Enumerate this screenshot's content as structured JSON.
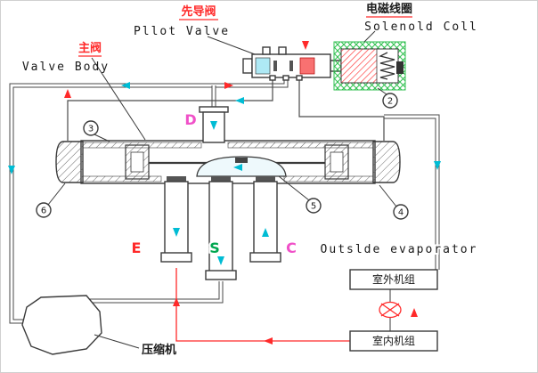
{
  "diagram": {
    "labels": {
      "pilot_valve_cn": "先导阀",
      "pilot_valve_en": "Pllot Valve",
      "solenoid_coil_cn": "电磁线圈",
      "solenoid_coil_en": "Solenold Coll",
      "main_valve_cn": "主阀",
      "main_valve_en": "Valve Body",
      "port_d": "D",
      "port_e": "E",
      "port_s": "S",
      "port_c": "C",
      "outside_evaporator": "Outslde evaporator",
      "outdoor_unit": "室外机组",
      "indoor_unit": "室内机组",
      "compressor": "压缩机"
    },
    "callouts": {
      "c2": "2",
      "c3": "3",
      "c4": "4",
      "c5": "5",
      "c6": "6"
    },
    "colors": {
      "flow_cool": "#00bcd4",
      "flow_heat": "#ff2a2a",
      "label_red": "#ff2a2a",
      "label_magenta": "#f050c8",
      "label_green": "#00a650",
      "coil_hatch_red": "#ff4040",
      "coil_frame_green": "#2fbf4f",
      "line": "#3a3a3a"
    }
  }
}
